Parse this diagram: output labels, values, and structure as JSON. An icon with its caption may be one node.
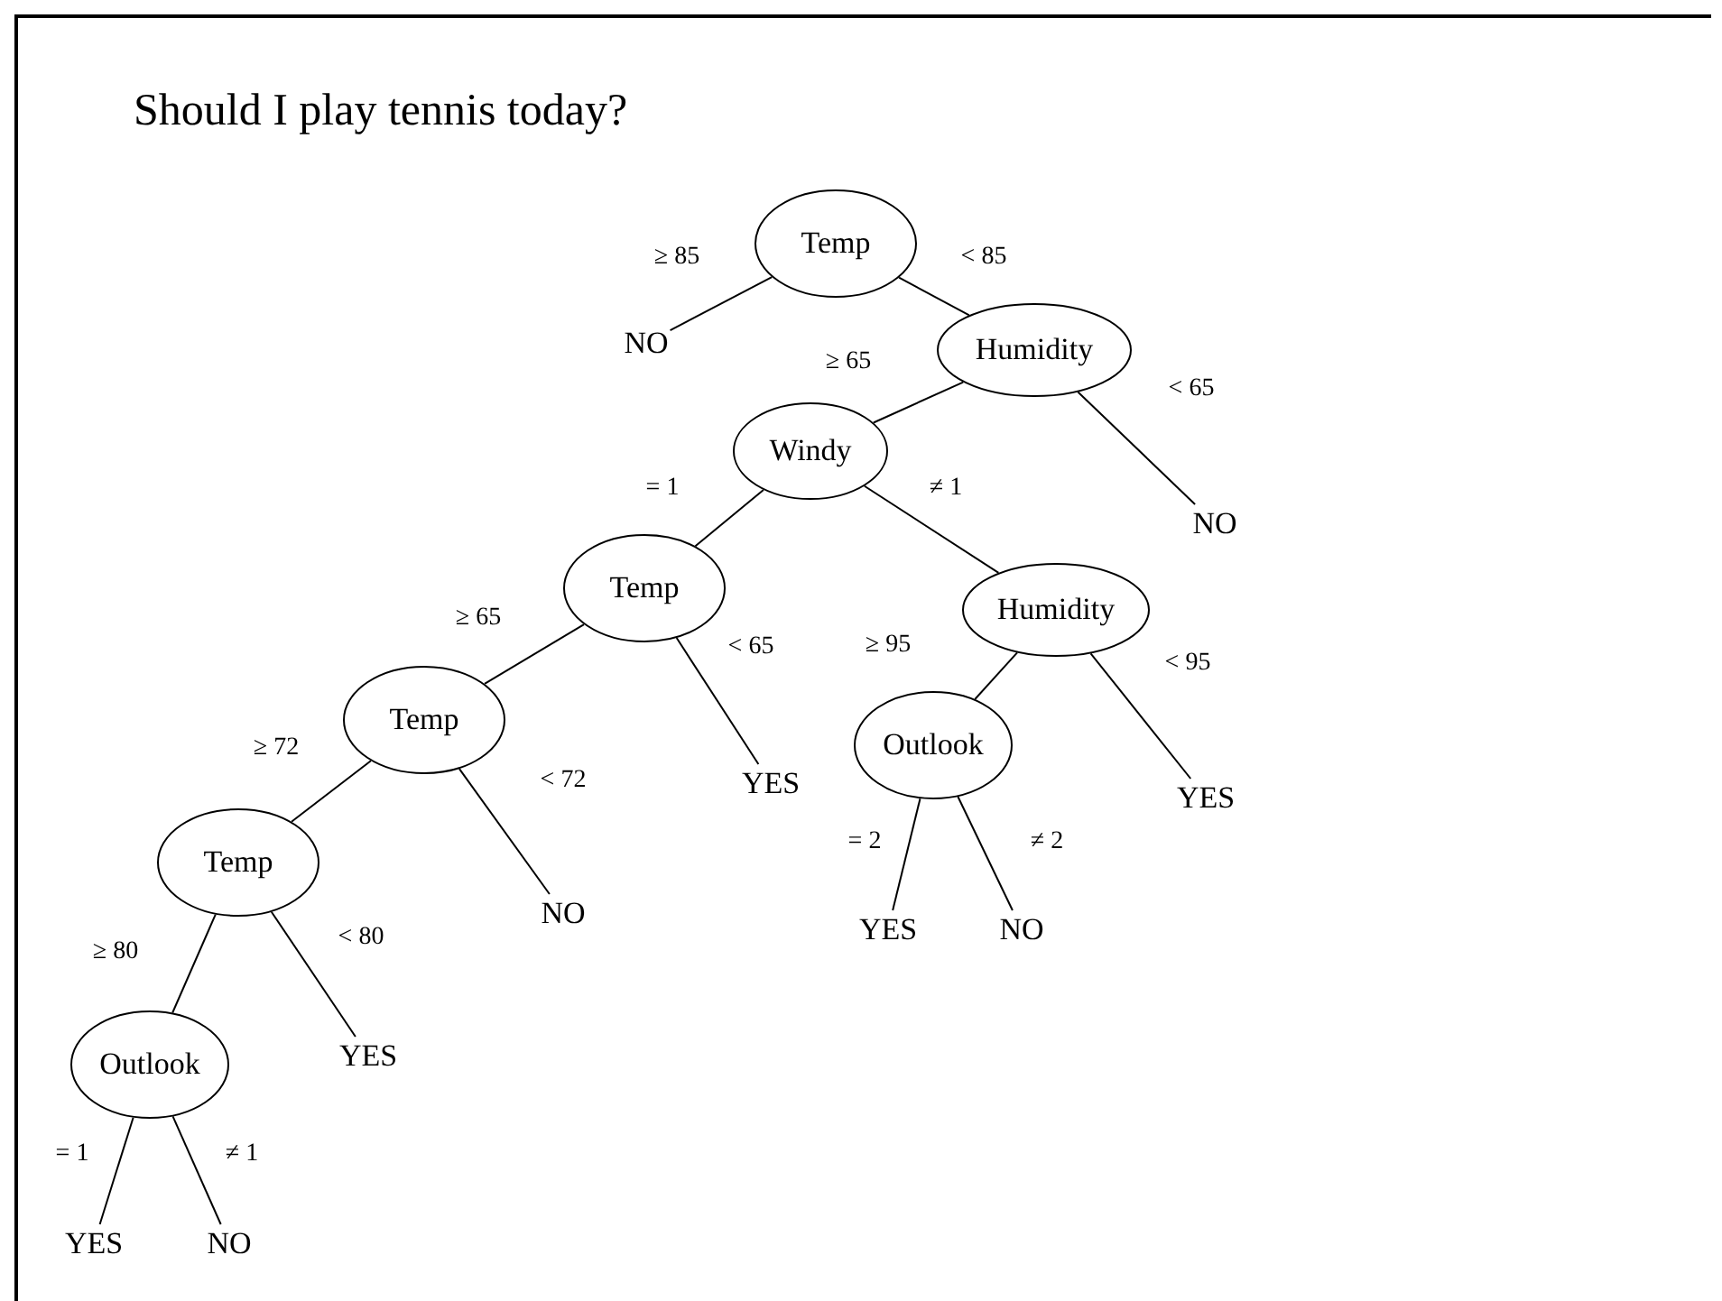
{
  "diagram": {
    "title": "Should I play tennis today?",
    "nodes": [
      {
        "text": [
          "Temp"
        ]
      },
      {
        "text": [
          "NO"
        ]
      },
      {
        "text": [
          "Humidity"
        ]
      },
      {
        "text": [
          "Windy"
        ]
      },
      {
        "text": [
          "NO"
        ]
      },
      {
        "text": [
          "Temp"
        ]
      },
      {
        "text": [
          "Humidity"
        ]
      },
      {
        "text": [
          "Temp"
        ]
      },
      {
        "text": [
          "YES"
        ]
      },
      {
        "text": [
          "Outlook"
        ]
      },
      {
        "text": [
          "YES"
        ]
      },
      {
        "text": [
          "Temp"
        ]
      },
      {
        "text": [
          "NO"
        ]
      },
      {
        "text": [
          "YES"
        ]
      },
      {
        "text": [
          "NO"
        ]
      },
      {
        "text": [
          "Outlook"
        ]
      },
      {
        "text": [
          "YES"
        ]
      },
      {
        "text": [
          "YES"
        ]
      },
      {
        "text": [
          "NO"
        ]
      }
    ],
    "edges": [
      {
        "from": 0,
        "to": 1,
        "arrow": "none",
        "label": "≥ 85"
      },
      {
        "from": 0,
        "to": 2,
        "arrow": "none",
        "label": "< 85"
      },
      {
        "from": 2,
        "to": 3,
        "arrow": "none",
        "label": "≥ 65"
      },
      {
        "from": 2,
        "to": 4,
        "arrow": "none",
        "label": "< 65"
      },
      {
        "from": 3,
        "to": 5,
        "arrow": "none",
        "label": "= 1"
      },
      {
        "from": 3,
        "to": 6,
        "arrow": "none",
        "label": "≠ 1"
      },
      {
        "from": 5,
        "to": 7,
        "arrow": "none",
        "label": "≥ 65"
      },
      {
        "from": 5,
        "to": 8,
        "arrow": "none",
        "label": "< 65"
      },
      {
        "from": 6,
        "to": 9,
        "arrow": "none",
        "label": "≥ 95"
      },
      {
        "from": 6,
        "to": 10,
        "arrow": "none",
        "label": "< 95"
      },
      {
        "from": 7,
        "to": 11,
        "arrow": "none",
        "label": "≥ 72"
      },
      {
        "from": 7,
        "to": 12,
        "arrow": "none",
        "label": "< 72"
      },
      {
        "from": 9,
        "to": 13,
        "arrow": "none",
        "label": "= 2"
      },
      {
        "from": 9,
        "to": 14,
        "arrow": "none",
        "label": "≠ 2"
      },
      {
        "from": 11,
        "to": 15,
        "arrow": "none",
        "label": "≥ 80"
      },
      {
        "from": 11,
        "to": 16,
        "arrow": "none",
        "label": "< 80"
      },
      {
        "from": 15,
        "to": 17,
        "arrow": "none",
        "label": "= 1"
      },
      {
        "from": 15,
        "to": 18,
        "arrow": "none",
        "label": "≠ 1"
      }
    ]
  }
}
